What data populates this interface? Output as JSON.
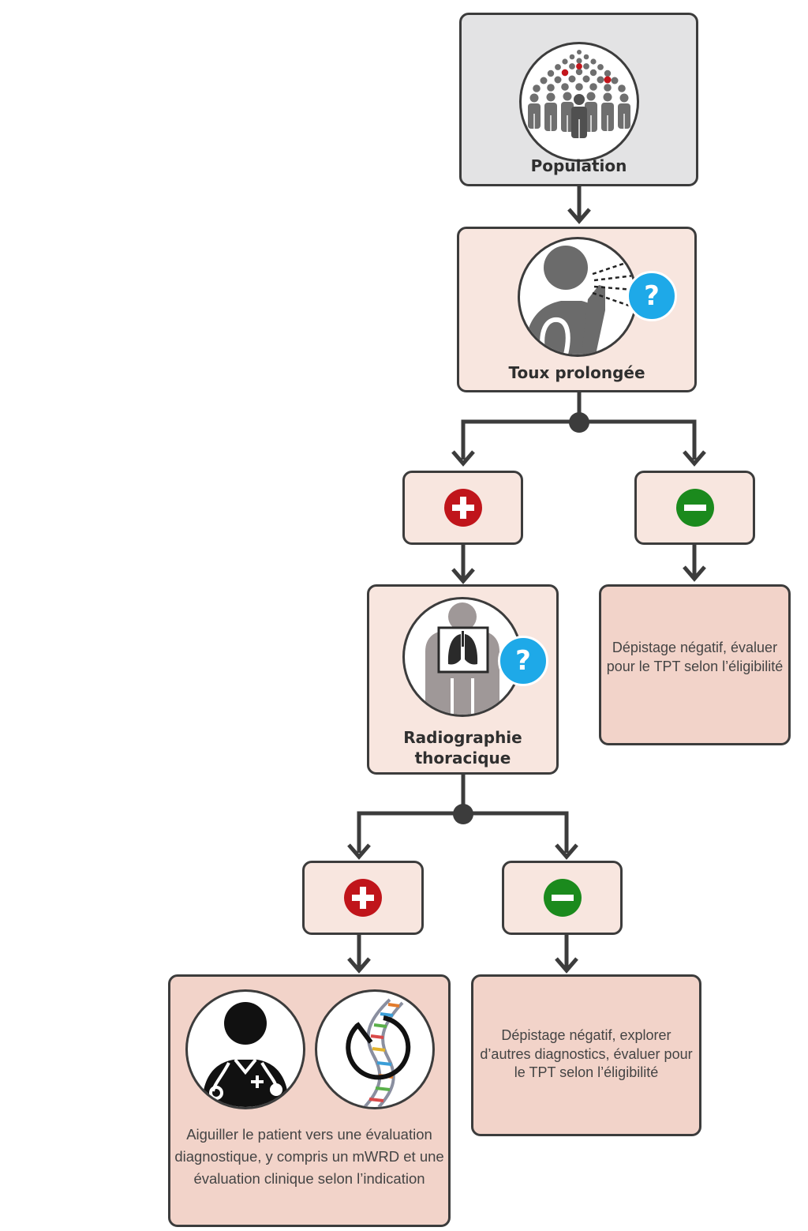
{
  "diagram": {
    "population": {
      "label": "Population"
    },
    "cough": {
      "label": "Toux prolongée",
      "badge": "?"
    },
    "cough_positive": {
      "symbol": "plus"
    },
    "cough_negative": {
      "symbol": "minus"
    },
    "negative_outcome_1": {
      "text": "Dépistage négatif, évaluer pour le TPT selon l’éligibilité"
    },
    "xray": {
      "label_line1": "Radiographie",
      "label_line2": "thoracique",
      "badge": "?"
    },
    "xray_positive": {
      "symbol": "plus"
    },
    "xray_negative": {
      "symbol": "minus"
    },
    "positive_outcome": {
      "text": "Aiguiller le patient vers une évaluation diagnostique, y compris un mWRD et une évaluation clinique selon l’indication"
    },
    "negative_outcome_2": {
      "text": "Dépistage négatif, explorer d’autres diagnostics, évaluer pour le TPT selon l’éligibilité"
    }
  },
  "colors": {
    "border": "#3c3c3c",
    "population_fill": "#e3e3e4",
    "step_fill": "#f8e6df",
    "outcome_fill": "#f2d3c9",
    "positive": "#c0151b",
    "negative": "#1b8a1d",
    "question_badge": "#1ea9e8"
  },
  "icons": [
    "crowd-icon",
    "coughing-person-icon",
    "chest-xray-icon",
    "doctor-icon",
    "dna-test-icon",
    "plus-icon",
    "minus-icon",
    "question-icon"
  ]
}
